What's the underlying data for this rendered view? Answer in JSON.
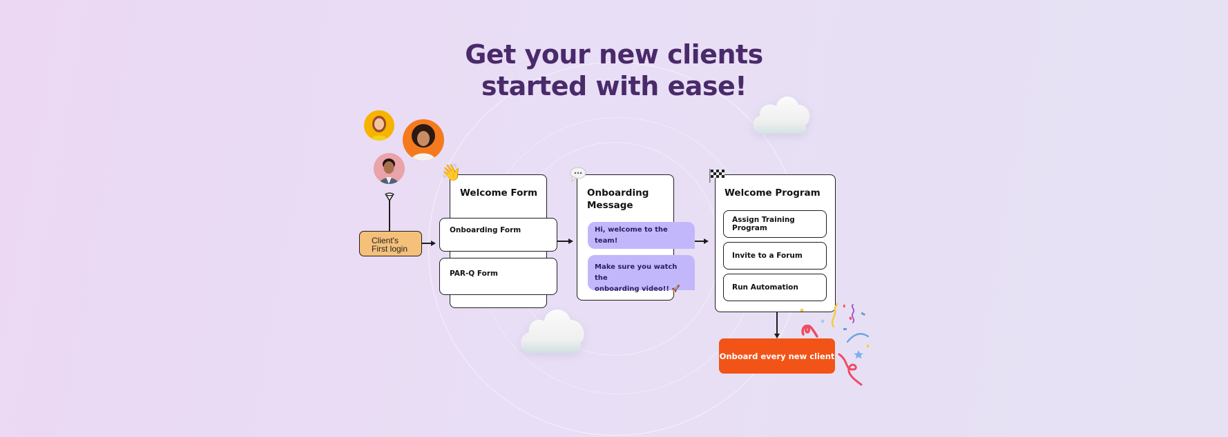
{
  "headline": {
    "line1": "Get your new clients",
    "line2": "started with ease!"
  },
  "colors": {
    "headline": "#4a2a6a",
    "login_box": "#f4c07a",
    "bubble": "#c3b7fb",
    "cta": "#f25417",
    "border": "#1c1c1c"
  },
  "avatars": [
    {
      "name": "client-avatar-woman-yellow",
      "bg": "#f6b400"
    },
    {
      "name": "client-avatar-man-orange",
      "bg": "#f57a1e"
    },
    {
      "name": "client-avatar-man-pink",
      "bg": "#eaa3a8"
    }
  ],
  "trigger": {
    "label_line1": "Client's",
    "label_line2": "First login"
  },
  "welcome_form": {
    "icon": "waving-hand-icon",
    "title": "Welcome Form",
    "items": [
      {
        "label": "Onboarding Form"
      },
      {
        "label": "PAR-Q Form"
      }
    ]
  },
  "onboarding_message": {
    "icon": "speech-bubble-icon",
    "title_line1": "Onboarding",
    "title_line2": "Message",
    "messages": [
      {
        "text": "Hi, welcome to the team!"
      },
      {
        "text_line1": "Make sure you watch the",
        "text_line2": "onboarding video!! 🚀"
      }
    ]
  },
  "welcome_program": {
    "icon": "checkered-flag-icon",
    "title": "Welcome Program",
    "items": [
      {
        "label": "Assign Training Program"
      },
      {
        "label": "Invite to a Forum"
      },
      {
        "label": "Run Automation"
      }
    ]
  },
  "cta": {
    "label": "Onboard every new client"
  }
}
